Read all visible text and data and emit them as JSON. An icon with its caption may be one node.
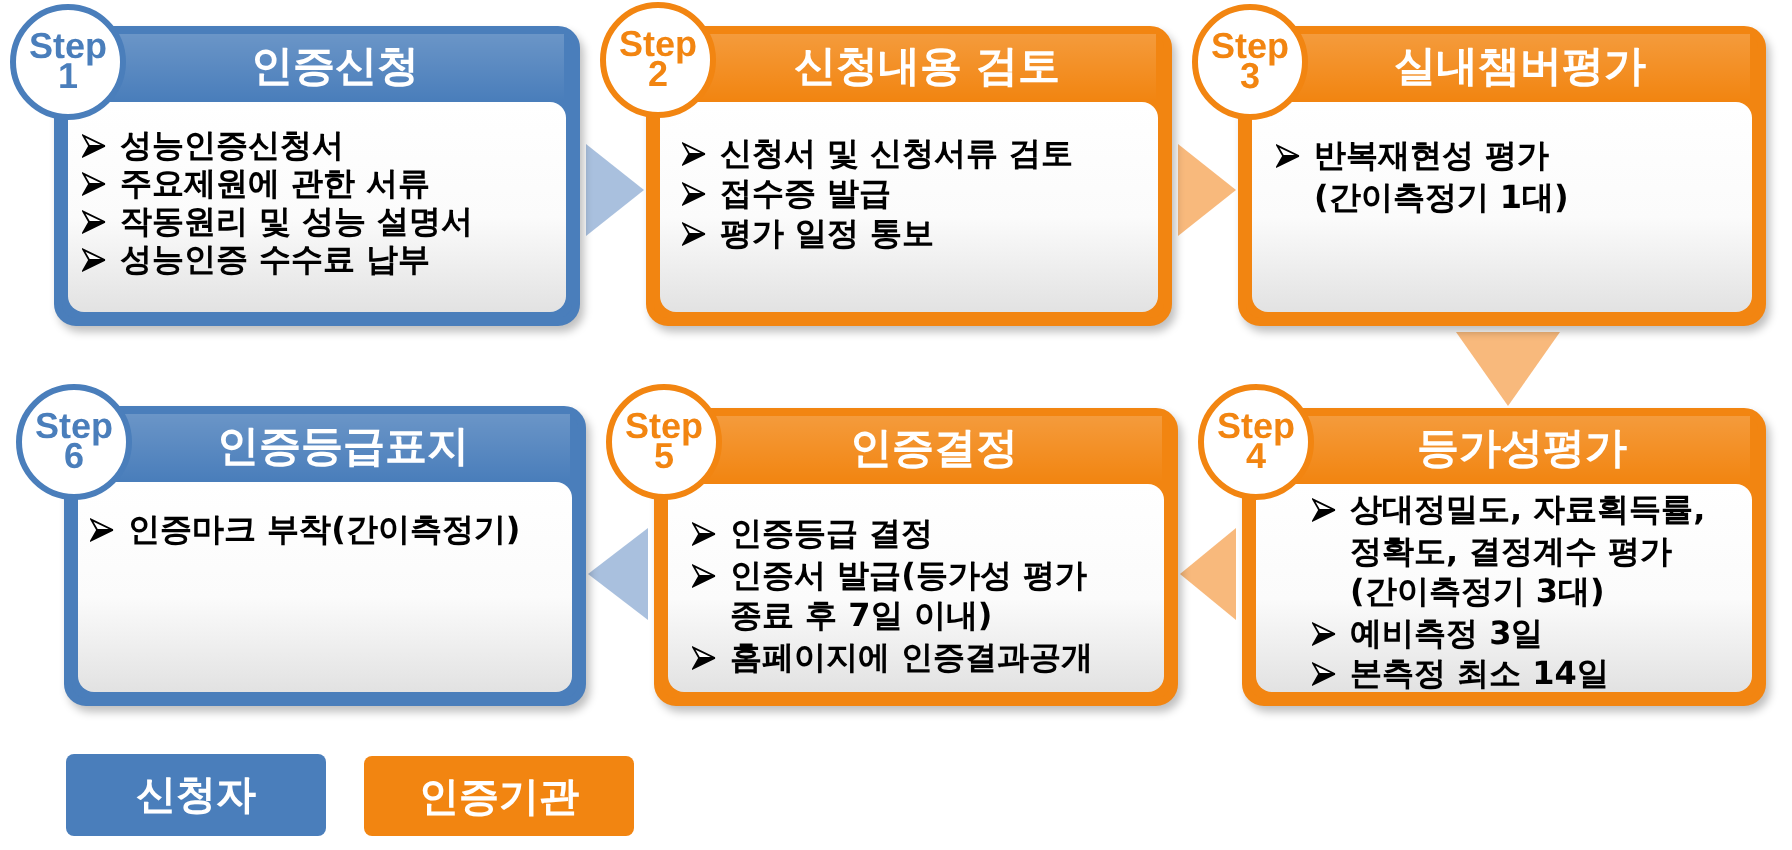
{
  "diagram": {
    "nodes": [
      {
        "text": [
          "Step 1"
        ]
      },
      {
        "text": [
          "인증신청",
          "성능인증신청서",
          "주요제원에 관한 서류",
          "작동원리 및 성능 설명서",
          "성능인증 수수료 납부"
        ]
      },
      {
        "text": [
          "Step 2"
        ]
      },
      {
        "text": [
          "신청내용 검토",
          "신청서 및 신청서류 검토",
          "접수증 발급",
          "평가 일정 통보"
        ]
      },
      {
        "text": [
          "Step 3"
        ]
      },
      {
        "text": [
          "실내챔버평가",
          "반복재현성 평가 (간이측정기 1대)"
        ]
      },
      {
        "text": [
          "Step 4"
        ]
      },
      {
        "text": [
          "등가성평가",
          "상대정밀도, 자료획득률, 정확도, 결정계수 평가 (간이측정기 3대)",
          "예비측정 3일",
          "본측정 최소 14일"
        ]
      },
      {
        "text": [
          "Step 5"
        ]
      },
      {
        "text": [
          "인증결정",
          "인증등급 결정",
          "인증서 발급(등가성 평가 종료 후 7일 이내)",
          "홈페이지에 인증결과공개"
        ]
      },
      {
        "text": [
          "Step 6"
        ]
      },
      {
        "text": [
          "인증등급표지",
          "인증마크 부착(간이측정기)"
        ]
      }
    ],
    "edges": [
      {
        "from": 1,
        "to": 3,
        "arrow": "to",
        "color": "#a9c0de"
      },
      {
        "from": 3,
        "to": 5,
        "arrow": "to"
      },
      {
        "from": 5,
        "to": 7,
        "arrow": "to"
      },
      {
        "from": 7,
        "to": 9,
        "arrow": "to"
      },
      {
        "from": 9,
        "to": 11,
        "arrow": "to",
        "color": "#a9c0de"
      }
    ],
    "legend": [
      {
        "text": "신청자",
        "color": "#4a7ebb"
      },
      {
        "text": "인증기관",
        "color": "#f28511"
      }
    ]
  }
}
